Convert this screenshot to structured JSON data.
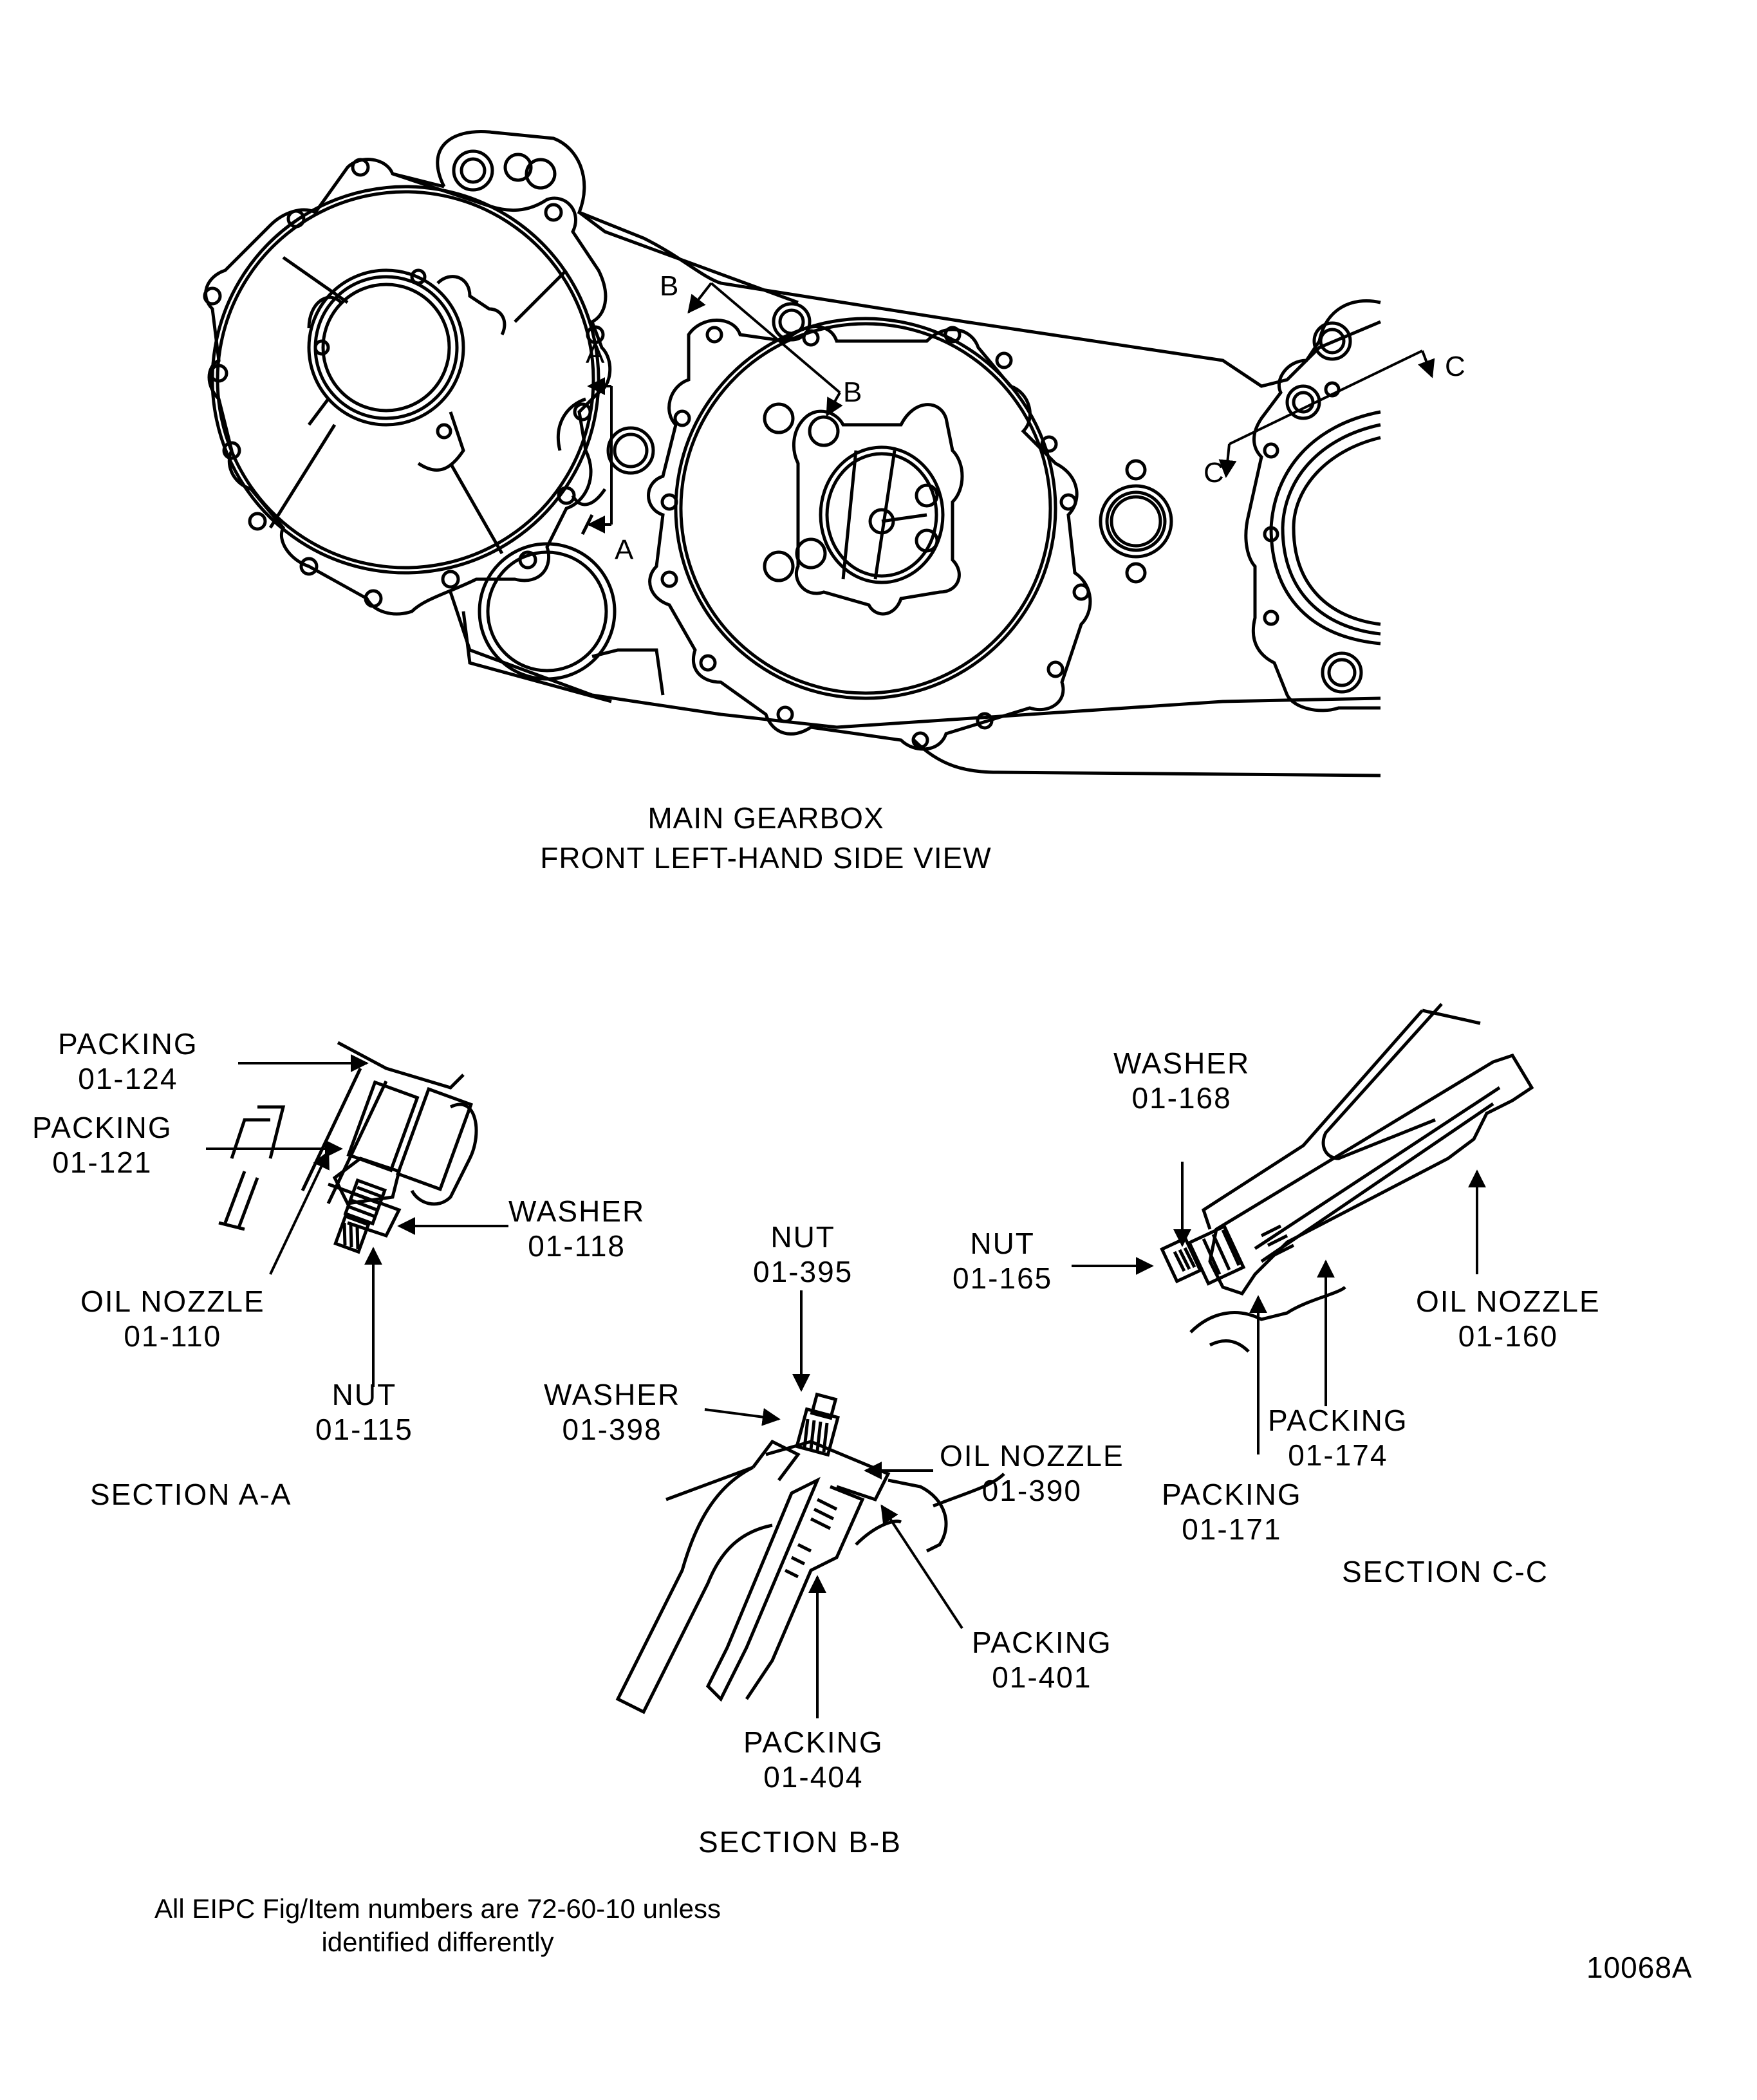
{
  "main_view": {
    "caption_line1": "MAIN GEARBOX",
    "caption_line2": "FRONT LEFT-HAND SIDE VIEW",
    "section_markers": {
      "a": "A",
      "b": "B",
      "c": "C"
    }
  },
  "section_aa": {
    "title": "SECTION A-A",
    "callouts": [
      {
        "name": "PACKING",
        "item": "01-124"
      },
      {
        "name": "PACKING",
        "item": "01-121"
      },
      {
        "name": "WASHER",
        "item": "01-118"
      },
      {
        "name": "OIL NOZZLE",
        "item": "01-110"
      },
      {
        "name": "NUT",
        "item": "01-115"
      }
    ]
  },
  "section_bb": {
    "title": "SECTION B-B",
    "callouts": [
      {
        "name": "NUT",
        "item": "01-395"
      },
      {
        "name": "WASHER",
        "item": "01-398"
      },
      {
        "name": "OIL NOZZLE",
        "item": "01-390"
      },
      {
        "name": "PACKING",
        "item": "01-401"
      },
      {
        "name": "PACKING",
        "item": "01-404"
      }
    ]
  },
  "section_cc": {
    "title": "SECTION C-C",
    "callouts": [
      {
        "name": "WASHER",
        "item": "01-168"
      },
      {
        "name": "NUT",
        "item": "01-165"
      },
      {
        "name": "OIL NOZZLE",
        "item": "01-160"
      },
      {
        "name": "PACKING",
        "item": "01-174"
      },
      {
        "name": "PACKING",
        "item": "01-171"
      }
    ]
  },
  "footer": {
    "note_line1": "All EIPC Fig/Item numbers are 72-60-10 unless",
    "note_line2": "identified differently",
    "figure_id": "10068A"
  }
}
